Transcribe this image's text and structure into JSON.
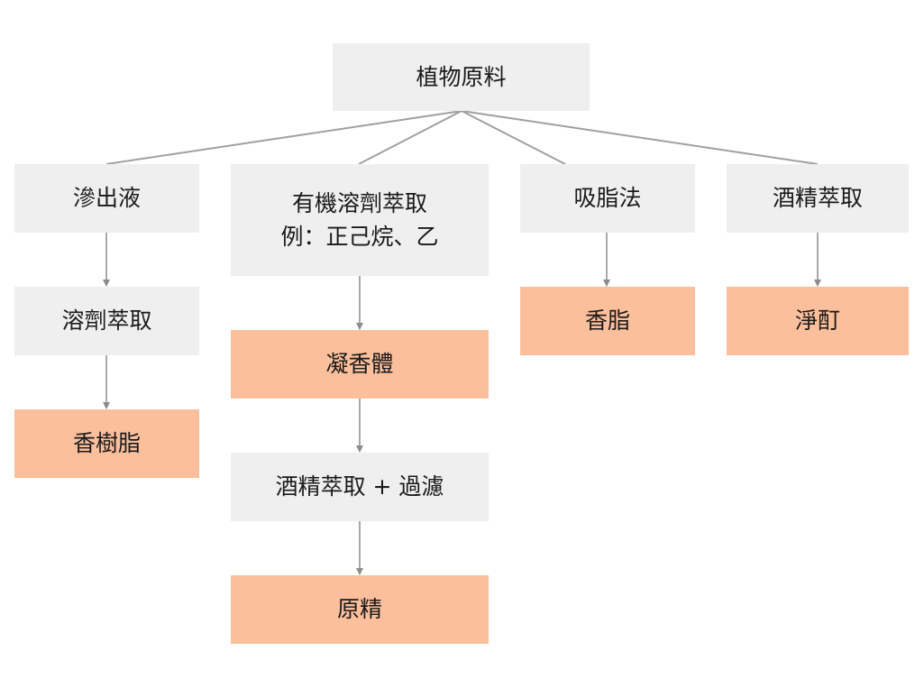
{
  "diagram": {
    "colors": {
      "process_fill": "#efefef",
      "product_fill": "#fcbf9c",
      "connector": "#a0a0a0",
      "arrow": "#8c8c8c",
      "text": "#1a1a1a"
    },
    "root": {
      "label": "植物原料"
    },
    "branches": [
      {
        "method": {
          "lines": [
            "滲出液"
          ]
        },
        "steps": [
          {
            "label": "溶劑萃取",
            "kind": "process"
          },
          {
            "label": "香樹脂",
            "kind": "product"
          }
        ]
      },
      {
        "method": {
          "lines": [
            "有機溶劑萃取",
            "例：正己烷、乙"
          ]
        },
        "steps": [
          {
            "label": "凝香體",
            "kind": "product"
          },
          {
            "label": "酒精萃取 + 過濾",
            "kind": "process"
          },
          {
            "label": "原精",
            "kind": "product"
          }
        ]
      },
      {
        "method": {
          "lines": [
            "吸脂法"
          ]
        },
        "steps": [
          {
            "label": "香脂",
            "kind": "product"
          }
        ]
      },
      {
        "method": {
          "lines": [
            "酒精萃取"
          ]
        },
        "steps": [
          {
            "label": "淨酊",
            "kind": "product"
          }
        ]
      }
    ]
  }
}
